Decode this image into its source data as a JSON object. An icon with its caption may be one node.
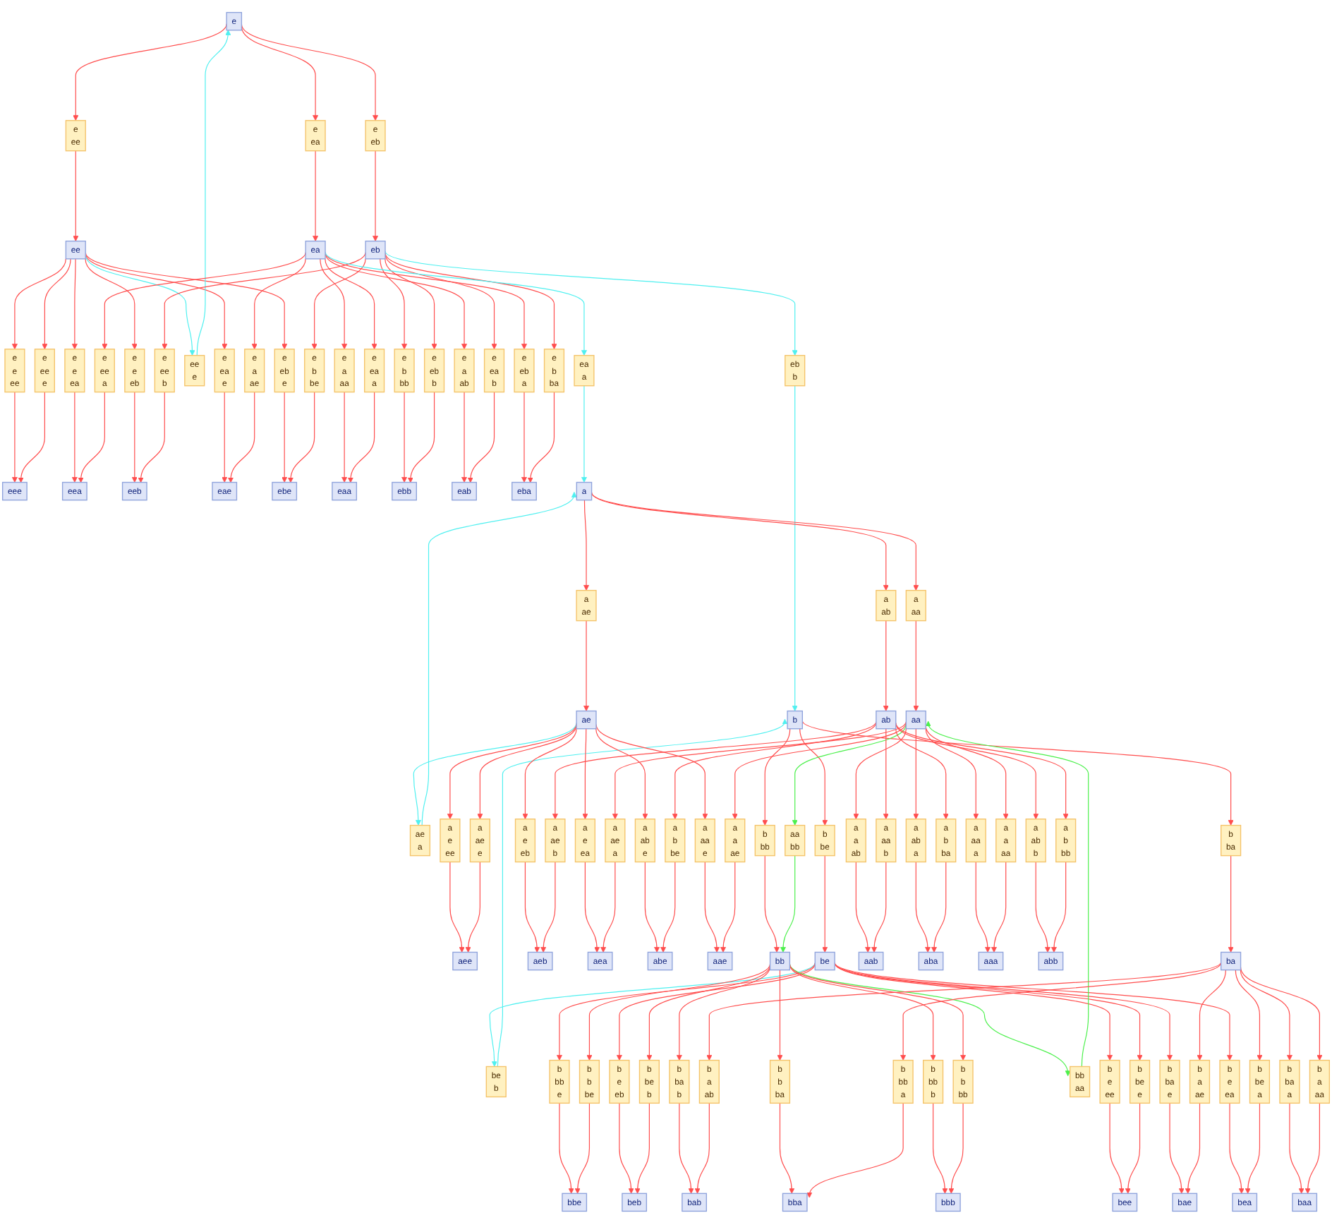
{
  "diagram": {
    "nodes": [
      {
        "text": [
          "eee"
        ]
      },
      {
        "text": [
          "e",
          "e",
          "ee"
        ]
      },
      {
        "text": [
          "e",
          "ee",
          "e"
        ]
      },
      {
        "text": [
          "ee"
        ]
      },
      {
        "text": [
          "e",
          "e",
          "ea"
        ]
      },
      {
        "text": [
          "e",
          "ea",
          "e"
        ]
      },
      {
        "text": [
          "e",
          "e",
          "eb"
        ]
      },
      {
        "text": [
          "e",
          "eb",
          "e"
        ]
      },
      {
        "text": [
          "e",
          "ee"
        ]
      },
      {
        "text": [
          "ee",
          "e"
        ]
      },
      {
        "text": [
          "eea"
        ]
      },
      {
        "text": [
          "eeb"
        ]
      },
      {
        "text": [
          "eae"
        ]
      },
      {
        "text": [
          "ebe"
        ]
      },
      {
        "text": [
          "e"
        ]
      },
      {
        "text": [
          "e",
          "ee",
          "a"
        ]
      },
      {
        "text": [
          "e",
          "a",
          "ae"
        ]
      },
      {
        "text": [
          "e",
          "ee",
          "b"
        ]
      },
      {
        "text": [
          "e",
          "b",
          "be"
        ]
      },
      {
        "text": [
          "e",
          "ea"
        ]
      },
      {
        "text": [
          "e",
          "eb"
        ]
      },
      {
        "text": [
          "eaa"
        ]
      },
      {
        "text": [
          "e",
          "a",
          "aa"
        ]
      },
      {
        "text": [
          "e",
          "ea",
          "a"
        ]
      },
      {
        "text": [
          "ebb"
        ]
      },
      {
        "text": [
          "e",
          "b",
          "bb"
        ]
      },
      {
        "text": [
          "e",
          "eb",
          "b"
        ]
      },
      {
        "text": [
          "e",
          "a",
          "ab"
        ]
      },
      {
        "text": [
          "eab"
        ]
      },
      {
        "text": [
          "e",
          "ea",
          "b"
        ]
      },
      {
        "text": [
          "ea"
        ]
      },
      {
        "text": [
          "eb"
        ]
      },
      {
        "text": [
          "e",
          "eb",
          "a"
        ]
      },
      {
        "text": [
          "eba"
        ]
      },
      {
        "text": [
          "e",
          "b",
          "ba"
        ]
      },
      {
        "text": [
          "ea",
          "a"
        ]
      },
      {
        "text": [
          "eb",
          "b"
        ]
      },
      {
        "text": [
          "a"
        ]
      },
      {
        "text": [
          "ae",
          "a"
        ]
      },
      {
        "text": [
          "a",
          "ae"
        ]
      },
      {
        "text": [
          "b"
        ]
      },
      {
        "text": [
          "be",
          "b"
        ]
      },
      {
        "text": [
          "b",
          "be"
        ]
      },
      {
        "text": [
          "a",
          "e",
          "ee"
        ]
      },
      {
        "text": [
          "a",
          "ae",
          "e"
        ]
      },
      {
        "text": [
          "aee"
        ]
      },
      {
        "text": [
          "bee"
        ]
      },
      {
        "text": [
          "b",
          "e",
          "ee"
        ]
      },
      {
        "text": [
          "b",
          "be",
          "e"
        ]
      },
      {
        "text": [
          "ae"
        ]
      },
      {
        "text": [
          "a",
          "e",
          "eb"
        ]
      },
      {
        "text": [
          "a",
          "ab",
          "e"
        ]
      },
      {
        "text": [
          "a",
          "aa"
        ]
      },
      {
        "text": [
          "be"
        ]
      },
      {
        "text": [
          "b",
          "bb",
          "e"
        ]
      },
      {
        "text": [
          "a",
          "e",
          "ea"
        ]
      },
      {
        "text": [
          "a",
          "ab"
        ]
      },
      {
        "text": [
          "b",
          "bb"
        ]
      },
      {
        "text": [
          "b",
          "ba"
        ]
      },
      {
        "text": [
          "b",
          "e",
          "eb"
        ]
      },
      {
        "text": [
          "b",
          "ba",
          "e"
        ]
      },
      {
        "text": [
          "b",
          "e",
          "ea"
        ]
      },
      {
        "text": [
          "a",
          "aa",
          "e"
        ]
      },
      {
        "text": [
          "aeb"
        ]
      },
      {
        "text": [
          "aea"
        ]
      },
      {
        "text": [
          "bbe"
        ]
      },
      {
        "text": [
          "a",
          "ae",
          "a"
        ]
      },
      {
        "text": [
          "a",
          "a",
          "ae"
        ]
      },
      {
        "text": [
          "b",
          "b",
          "be"
        ]
      },
      {
        "text": [
          "a",
          "ae",
          "b"
        ]
      },
      {
        "text": [
          "abe"
        ]
      },
      {
        "text": [
          "a",
          "b",
          "be"
        ]
      },
      {
        "text": [
          "aae"
        ]
      },
      {
        "text": [
          "beb"
        ]
      },
      {
        "text": [
          "b",
          "be",
          "b"
        ]
      },
      {
        "text": [
          "bae"
        ]
      },
      {
        "text": [
          "bea"
        ]
      },
      {
        "text": [
          "b",
          "a",
          "ae"
        ]
      },
      {
        "text": [
          "b",
          "be",
          "a"
        ]
      },
      {
        "text": [
          "bb"
        ]
      },
      {
        "text": [
          "aa"
        ]
      },
      {
        "text": [
          "bb",
          "aa"
        ]
      },
      {
        "text": [
          "aa",
          "bb"
        ]
      },
      {
        "text": [
          "ab"
        ]
      },
      {
        "text": [
          "a",
          "a",
          "ab"
        ]
      },
      {
        "text": [
          "a",
          "ab",
          "a"
        ]
      },
      {
        "text": [
          "b",
          "ba",
          "b"
        ]
      },
      {
        "text": [
          "b",
          "b",
          "ba"
        ]
      },
      {
        "text": [
          "ba"
        ]
      },
      {
        "text": [
          "a",
          "aa",
          "b"
        ]
      },
      {
        "text": [
          "a",
          "b",
          "ba"
        ]
      },
      {
        "text": [
          "a",
          "ab",
          "b"
        ]
      },
      {
        "text": [
          "a",
          "b",
          "bb"
        ]
      },
      {
        "text": [
          "b",
          "bb",
          "b"
        ]
      },
      {
        "text": [
          "b",
          "b",
          "bb"
        ]
      },
      {
        "text": [
          "b",
          "a",
          "ab"
        ]
      },
      {
        "text": [
          "b",
          "bb",
          "a"
        ]
      },
      {
        "text": [
          "aab"
        ]
      },
      {
        "text": [
          "aba"
        ]
      },
      {
        "text": [
          "bab"
        ]
      },
      {
        "text": [
          "bba"
        ]
      },
      {
        "text": [
          "a",
          "aa",
          "a"
        ]
      },
      {
        "text": [
          "a",
          "a",
          "aa"
        ]
      },
      {
        "text": [
          "b",
          "ba",
          "a"
        ]
      },
      {
        "text": [
          "b",
          "a",
          "aa"
        ]
      },
      {
        "text": [
          "bbb"
        ]
      },
      {
        "text": [
          "aaa"
        ]
      },
      {
        "text": [
          "abb"
        ]
      },
      {
        "text": [
          "baa"
        ]
      }
    ],
    "edges": [
      {
        "from": 3,
        "to": 1,
        "arrow": "to"
      },
      {
        "from": 1,
        "to": 0,
        "arrow": "to"
      },
      {
        "from": 3,
        "to": 2,
        "arrow": "to"
      },
      {
        "from": 2,
        "to": 0,
        "arrow": "to"
      },
      {
        "from": 3,
        "to": 4,
        "arrow": "to"
      },
      {
        "from": 4,
        "to": 10,
        "arrow": "to"
      },
      {
        "from": 3,
        "to": 5,
        "arrow": "to"
      },
      {
        "from": 5,
        "to": 12,
        "arrow": "to"
      },
      {
        "from": 3,
        "to": 6,
        "arrow": "to"
      },
      {
        "from": 6,
        "to": 11,
        "arrow": "to"
      },
      {
        "from": 3,
        "to": 7,
        "arrow": "to"
      },
      {
        "from": 7,
        "to": 13,
        "arrow": "to"
      },
      {
        "from": 14,
        "to": 8,
        "arrow": "to"
      },
      {
        "from": 8,
        "to": 3,
        "arrow": "to"
      },
      {
        "from": 3,
        "to": 9,
        "arrow": "to",
        "color": "#4ff0f0"
      },
      {
        "from": 9,
        "to": 14,
        "arrow": "to",
        "color": "#4ff0f0"
      },
      {
        "from": 30,
        "to": 15,
        "arrow": "to"
      },
      {
        "from": 15,
        "to": 10,
        "arrow": "to"
      },
      {
        "from": 30,
        "to": 16,
        "arrow": "to"
      },
      {
        "from": 16,
        "to": 12,
        "arrow": "to"
      },
      {
        "from": 31,
        "to": 17,
        "arrow": "to"
      },
      {
        "from": 17,
        "to": 11,
        "arrow": "to"
      },
      {
        "from": 31,
        "to": 18,
        "arrow": "to"
      },
      {
        "from": 18,
        "to": 13,
        "arrow": "to"
      },
      {
        "from": 14,
        "to": 19,
        "arrow": "to"
      },
      {
        "from": 19,
        "to": 30,
        "arrow": "to"
      },
      {
        "from": 14,
        "to": 20,
        "arrow": "to"
      },
      {
        "from": 20,
        "to": 31,
        "arrow": "to"
      },
      {
        "from": 30,
        "to": 22,
        "arrow": "to"
      },
      {
        "from": 22,
        "to": 21,
        "arrow": "to"
      },
      {
        "from": 30,
        "to": 23,
        "arrow": "to"
      },
      {
        "from": 23,
        "to": 21,
        "arrow": "to"
      },
      {
        "from": 31,
        "to": 25,
        "arrow": "to"
      },
      {
        "from": 25,
        "to": 24,
        "arrow": "to"
      },
      {
        "from": 31,
        "to": 26,
        "arrow": "to"
      },
      {
        "from": 26,
        "to": 24,
        "arrow": "to"
      },
      {
        "from": 30,
        "to": 27,
        "arrow": "to"
      },
      {
        "from": 27,
        "to": 28,
        "arrow": "to"
      },
      {
        "from": 31,
        "to": 29,
        "arrow": "to"
      },
      {
        "from": 29,
        "to": 28,
        "arrow": "to"
      },
      {
        "from": 30,
        "to": 32,
        "arrow": "to"
      },
      {
        "from": 32,
        "to": 33,
        "arrow": "to"
      },
      {
        "from": 31,
        "to": 34,
        "arrow": "to"
      },
      {
        "from": 34,
        "to": 33,
        "arrow": "to"
      },
      {
        "from": 30,
        "to": 35,
        "arrow": "to",
        "color": "#4ff0f0"
      },
      {
        "from": 35,
        "to": 37,
        "arrow": "to",
        "color": "#4ff0f0"
      },
      {
        "from": 31,
        "to": 36,
        "arrow": "to",
        "color": "#4ff0f0"
      },
      {
        "from": 36,
        "to": 40,
        "arrow": "to",
        "color": "#4ff0f0"
      },
      {
        "from": 49,
        "to": 38,
        "arrow": "to",
        "color": "#4ff0f0"
      },
      {
        "from": 38,
        "to": 37,
        "arrow": "to",
        "color": "#4ff0f0"
      },
      {
        "from": 37,
        "to": 39,
        "arrow": "to"
      },
      {
        "from": 39,
        "to": 49,
        "arrow": "to"
      },
      {
        "from": 53,
        "to": 41,
        "arrow": "to",
        "color": "#4ff0f0"
      },
      {
        "from": 41,
        "to": 40,
        "arrow": "to",
        "color": "#4ff0f0"
      },
      {
        "from": 40,
        "to": 42,
        "arrow": "to"
      },
      {
        "from": 42,
        "to": 53,
        "arrow": "to"
      },
      {
        "from": 49,
        "to": 43,
        "arrow": "to"
      },
      {
        "from": 43,
        "to": 45,
        "arrow": "to"
      },
      {
        "from": 49,
        "to": 44,
        "arrow": "to"
      },
      {
        "from": 44,
        "to": 45,
        "arrow": "to"
      },
      {
        "from": 53,
        "to": 47,
        "arrow": "to"
      },
      {
        "from": 47,
        "to": 46,
        "arrow": "to"
      },
      {
        "from": 53,
        "to": 48,
        "arrow": "to"
      },
      {
        "from": 48,
        "to": 46,
        "arrow": "to"
      },
      {
        "from": 49,
        "to": 50,
        "arrow": "to"
      },
      {
        "from": 50,
        "to": 63,
        "arrow": "to"
      },
      {
        "from": 49,
        "to": 51,
        "arrow": "to"
      },
      {
        "from": 51,
        "to": 70,
        "arrow": "to"
      },
      {
        "from": 37,
        "to": 52,
        "arrow": "to"
      },
      {
        "from": 52,
        "to": 80,
        "arrow": "to"
      },
      {
        "from": 53,
        "to": 54,
        "arrow": "to"
      },
      {
        "from": 54,
        "to": 65,
        "arrow": "to"
      },
      {
        "from": 49,
        "to": 55,
        "arrow": "to"
      },
      {
        "from": 55,
        "to": 64,
        "arrow": "to"
      },
      {
        "from": 37,
        "to": 56,
        "arrow": "to"
      },
      {
        "from": 56,
        "to": 83,
        "arrow": "to"
      },
      {
        "from": 40,
        "to": 57,
        "arrow": "to"
      },
      {
        "from": 57,
        "to": 79,
        "arrow": "to"
      },
      {
        "from": 40,
        "to": 58,
        "arrow": "to"
      },
      {
        "from": 58,
        "to": 88,
        "arrow": "to"
      },
      {
        "from": 53,
        "to": 59,
        "arrow": "to"
      },
      {
        "from": 59,
        "to": 73,
        "arrow": "to"
      },
      {
        "from": 53,
        "to": 60,
        "arrow": "to"
      },
      {
        "from": 60,
        "to": 75,
        "arrow": "to"
      },
      {
        "from": 53,
        "to": 61,
        "arrow": "to"
      },
      {
        "from": 61,
        "to": 76,
        "arrow": "to"
      },
      {
        "from": 49,
        "to": 62,
        "arrow": "to"
      },
      {
        "from": 62,
        "to": 72,
        "arrow": "to"
      },
      {
        "from": 80,
        "to": 66,
        "arrow": "to"
      },
      {
        "from": 66,
        "to": 64,
        "arrow": "to"
      },
      {
        "from": 80,
        "to": 67,
        "arrow": "to"
      },
      {
        "from": 67,
        "to": 72,
        "arrow": "to"
      },
      {
        "from": 79,
        "to": 68,
        "arrow": "to"
      },
      {
        "from": 68,
        "to": 65,
        "arrow": "to"
      },
      {
        "from": 83,
        "to": 69,
        "arrow": "to"
      },
      {
        "from": 69,
        "to": 63,
        "arrow": "to"
      },
      {
        "from": 83,
        "to": 71,
        "arrow": "to"
      },
      {
        "from": 71,
        "to": 70,
        "arrow": "to"
      },
      {
        "from": 79,
        "to": 74,
        "arrow": "to"
      },
      {
        "from": 74,
        "to": 73,
        "arrow": "to"
      },
      {
        "from": 88,
        "to": 77,
        "arrow": "to"
      },
      {
        "from": 77,
        "to": 75,
        "arrow": "to"
      },
      {
        "from": 88,
        "to": 78,
        "arrow": "to"
      },
      {
        "from": 78,
        "to": 76,
        "arrow": "to"
      },
      {
        "from": 79,
        "to": 81,
        "arrow": "to",
        "color": "#4cf04c"
      },
      {
        "from": 81,
        "to": 80,
        "arrow": "to",
        "color": "#4cf04c"
      },
      {
        "from": 80,
        "to": 82,
        "arrow": "to",
        "color": "#4cf04c"
      },
      {
        "from": 82,
        "to": 79,
        "arrow": "to",
        "color": "#4cf04c"
      },
      {
        "from": 80,
        "to": 84,
        "arrow": "to"
      },
      {
        "from": 84,
        "to": 97,
        "arrow": "to"
      },
      {
        "from": 80,
        "to": 85,
        "arrow": "to"
      },
      {
        "from": 85,
        "to": 98,
        "arrow": "to"
      },
      {
        "from": 79,
        "to": 86,
        "arrow": "to"
      },
      {
        "from": 86,
        "to": 99,
        "arrow": "to"
      },
      {
        "from": 79,
        "to": 87,
        "arrow": "to"
      },
      {
        "from": 87,
        "to": 100,
        "arrow": "to"
      },
      {
        "from": 83,
        "to": 89,
        "arrow": "to"
      },
      {
        "from": 89,
        "to": 97,
        "arrow": "to"
      },
      {
        "from": 83,
        "to": 90,
        "arrow": "to"
      },
      {
        "from": 90,
        "to": 98,
        "arrow": "to"
      },
      {
        "from": 83,
        "to": 91,
        "arrow": "to"
      },
      {
        "from": 91,
        "to": 107,
        "arrow": "to"
      },
      {
        "from": 83,
        "to": 92,
        "arrow": "to"
      },
      {
        "from": 92,
        "to": 107,
        "arrow": "to"
      },
      {
        "from": 79,
        "to": 93,
        "arrow": "to"
      },
      {
        "from": 93,
        "to": 105,
        "arrow": "to"
      },
      {
        "from": 79,
        "to": 94,
        "arrow": "to"
      },
      {
        "from": 94,
        "to": 105,
        "arrow": "to"
      },
      {
        "from": 88,
        "to": 95,
        "arrow": "to"
      },
      {
        "from": 95,
        "to": 99,
        "arrow": "to"
      },
      {
        "from": 88,
        "to": 96,
        "arrow": "to"
      },
      {
        "from": 96,
        "to": 100,
        "arrow": "to"
      },
      {
        "from": 80,
        "to": 101,
        "arrow": "to"
      },
      {
        "from": 101,
        "to": 106,
        "arrow": "to"
      },
      {
        "from": 80,
        "to": 102,
        "arrow": "to"
      },
      {
        "from": 102,
        "to": 106,
        "arrow": "to"
      },
      {
        "from": 88,
        "to": 103,
        "arrow": "to"
      },
      {
        "from": 103,
        "to": 108,
        "arrow": "to"
      },
      {
        "from": 88,
        "to": 104,
        "arrow": "to"
      },
      {
        "from": 104,
        "to": 108,
        "arrow": "to"
      }
    ]
  }
}
